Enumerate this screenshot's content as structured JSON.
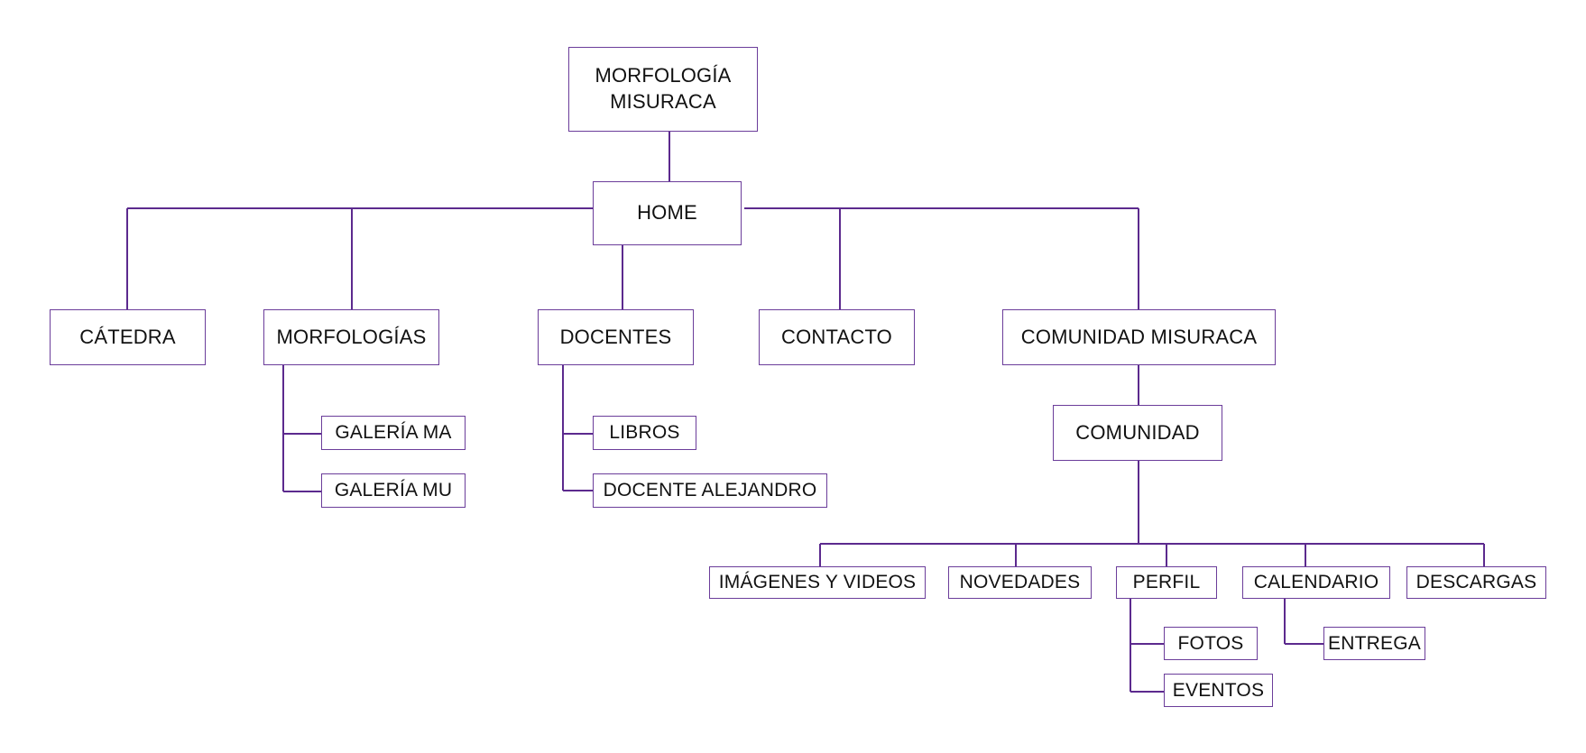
{
  "diagram": {
    "line_color": "#5c2a8e",
    "border_color": "#6b3d9a",
    "nodes": {
      "root_line1": "MORFOLOGÍA",
      "root_line2": "MISURACA",
      "home": "HOME",
      "catedra": "CÁTEDRA",
      "morfologias": "MORFOLOGÍAS",
      "docentes": "DOCENTES",
      "contacto": "CONTACTO",
      "comunidad_misuraca": "COMUNIDAD  MISURACA",
      "galeria_ma": "GALERÍA MA",
      "galeria_mu": "GALERÍA MU",
      "libros": "LIBROS",
      "docente_alejandro": "DOCENTE ALEJANDRO",
      "comunidad": "COMUNIDAD",
      "imagenes_videos": "IMÁGENES Y VIDEOS",
      "novedades": "NOVEDADES",
      "perfil": "PERFIL",
      "calendario": "CALENDARIO",
      "descargas": "DESCARGAS",
      "fotos": "FOTOS",
      "eventos": "EVENTOS",
      "entrega": "ENTREGA"
    }
  }
}
